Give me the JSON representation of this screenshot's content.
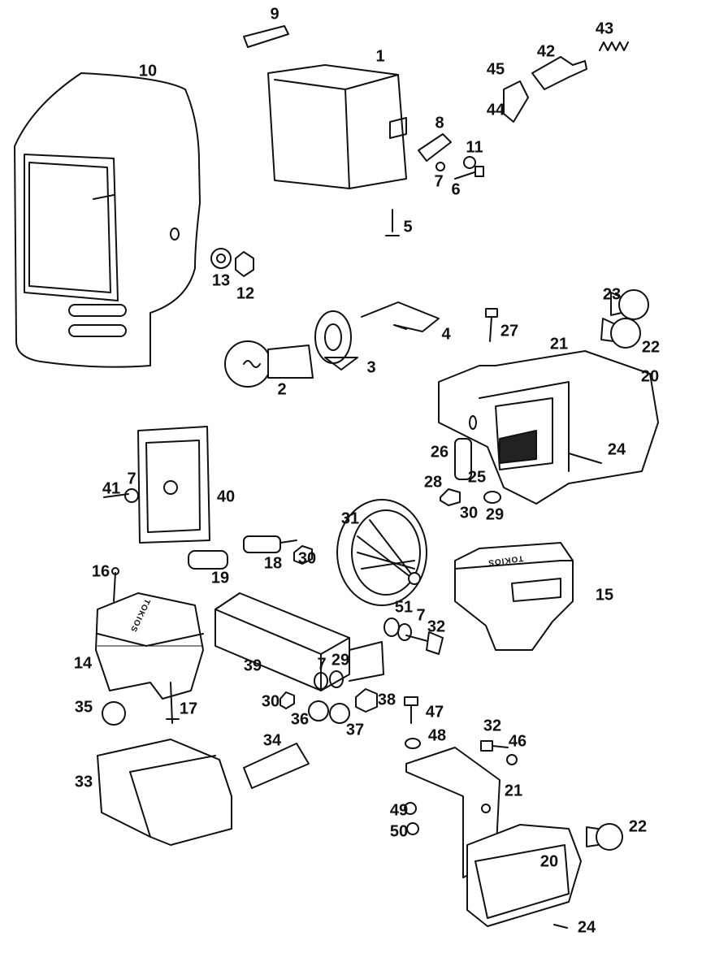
{
  "labels": {
    "p9": "9",
    "p1": "1",
    "p10": "10",
    "p43": "43",
    "p42": "42",
    "p45": "45",
    "p44": "44",
    "p8": "8",
    "p11": "11",
    "p7a": "7",
    "p6": "6",
    "p5": "5",
    "p13": "13",
    "p12": "12",
    "p4": "4",
    "p27": "27",
    "p23": "23",
    "p22a": "22",
    "p21a": "21",
    "p20a": "20",
    "p3": "3",
    "p2": "2",
    "p26": "26",
    "p24a": "24",
    "p25": "25",
    "p28": "28",
    "p30a": "30",
    "p29a": "29",
    "p7b": "7",
    "p41": "41",
    "p40": "40",
    "p31": "31",
    "p16": "16",
    "p30b": "30",
    "p18": "18",
    "p19": "19",
    "p15": "15",
    "p51": "51",
    "p7c": "7",
    "p32a": "32",
    "p14": "14",
    "p39": "39",
    "p7d": "7",
    "p29b": "29",
    "p30c": "30",
    "p38": "38",
    "p47": "47",
    "p36": "36",
    "p37": "37",
    "p17": "17",
    "p35": "35",
    "p34": "34",
    "p48": "48",
    "p32b": "32",
    "p46": "46",
    "p33": "33",
    "p21b": "21",
    "p49": "49",
    "p50": "50",
    "p22b": "22",
    "p24b": "24",
    "p20b": "20"
  },
  "stamped_text": {
    "switch_right": "TOKIOS",
    "switch_left": "TOKIOS"
  }
}
